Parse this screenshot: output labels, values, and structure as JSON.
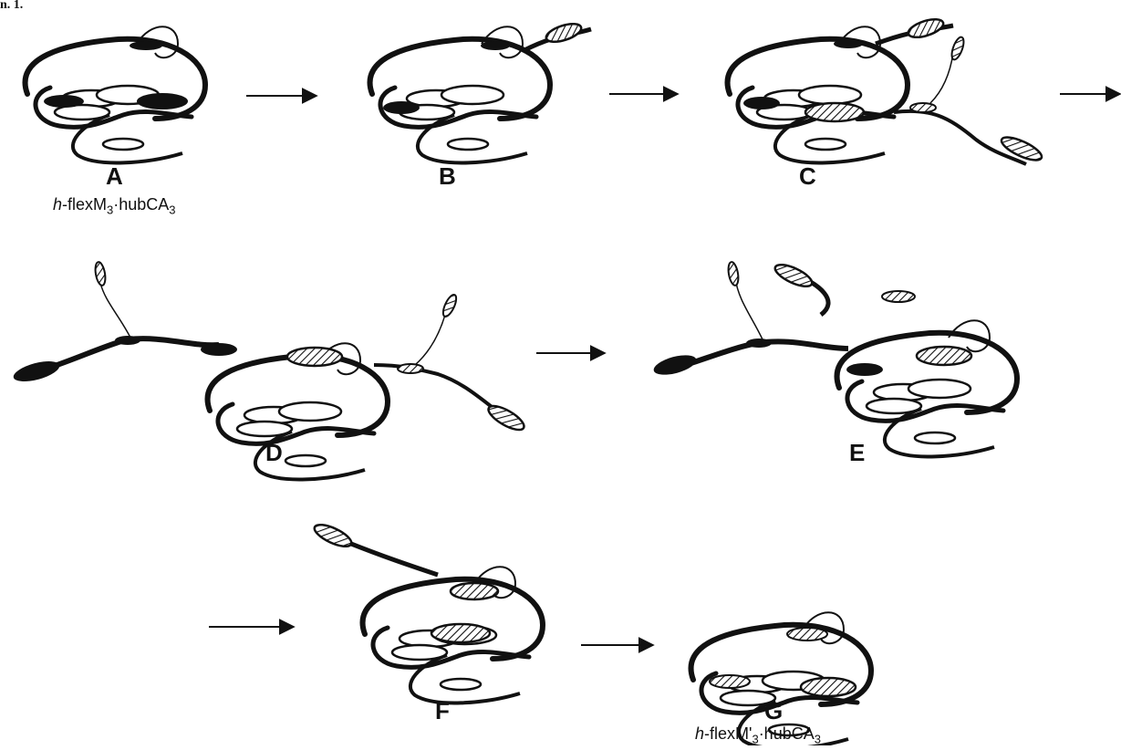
{
  "figure": {
    "corner_fragment": "n. 1.",
    "stages": [
      {
        "id": "A",
        "label": "A",
        "caption_parts": [
          "h",
          "-flexM",
          "3",
          "·hubCA",
          "3"
        ]
      },
      {
        "id": "B",
        "label": "B"
      },
      {
        "id": "C",
        "label": "C"
      },
      {
        "id": "D",
        "label": "D"
      },
      {
        "id": "E",
        "label": "E"
      },
      {
        "id": "F",
        "label": "F"
      },
      {
        "id": "G",
        "label": "G",
        "caption_parts": [
          "h",
          "-flexM'",
          "3",
          "·hubCA",
          "3"
        ]
      }
    ]
  }
}
